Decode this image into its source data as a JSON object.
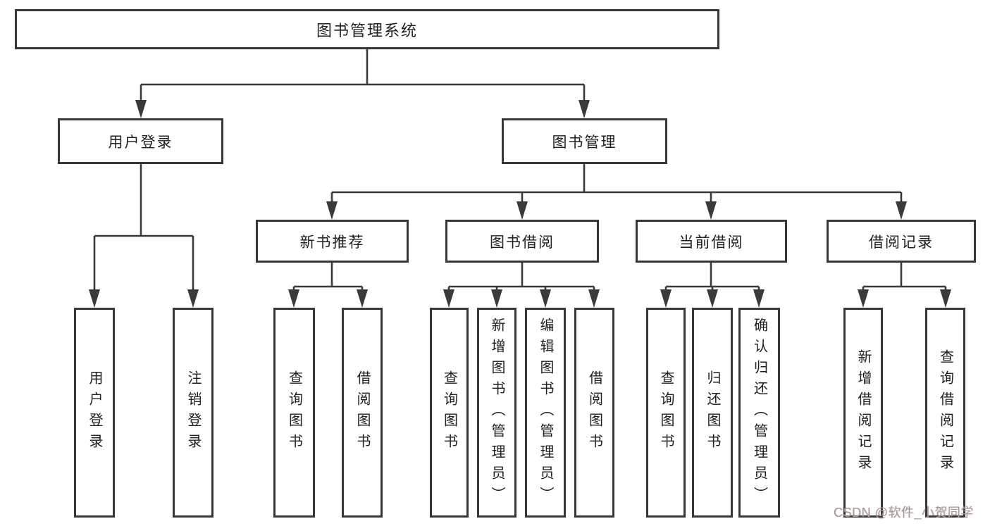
{
  "diagram": {
    "type": "hierarchy-tree",
    "root": {
      "label": "图书管理系统"
    },
    "branches": [
      {
        "label": "用户登录",
        "children": [
          {
            "label": "用户登录"
          },
          {
            "label": "注销登录"
          }
        ]
      },
      {
        "label": "图书管理",
        "modules": [
          {
            "label": "新书推荐",
            "children": [
              {
                "label": "查询图书"
              },
              {
                "label": "借阅图书"
              }
            ]
          },
          {
            "label": "图书借阅",
            "children": [
              {
                "label": "查询图书"
              },
              {
                "label": "新增图书（管理员）"
              },
              {
                "label": "编辑图书（管理员）"
              },
              {
                "label": "借阅图书"
              }
            ]
          },
          {
            "label": "当前借阅",
            "children": [
              {
                "label": "查询图书"
              },
              {
                "label": "归还图书"
              },
              {
                "label": "确认归还（管理员）"
              }
            ]
          },
          {
            "label": "借阅记录",
            "children": [
              {
                "label": "新增借阅记录"
              },
              {
                "label": "查询借阅记录"
              }
            ]
          }
        ]
      }
    ]
  },
  "watermark": {
    "text": "CSDN @软件_小贺同学"
  },
  "colors": {
    "line": "#3a3a3a",
    "border": "#373737",
    "text": "#1f1f1f",
    "watermark": "#a39b9b",
    "background": "#ffffff"
  }
}
